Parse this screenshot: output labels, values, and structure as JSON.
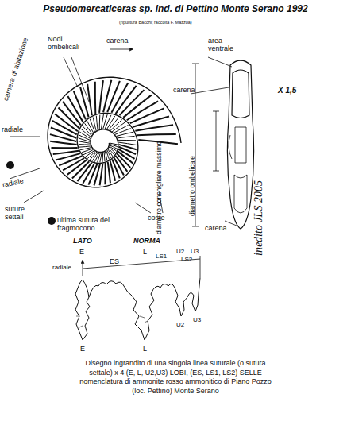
{
  "diagram": {
    "title": "Pseudomercaticeras sp. ind. di Pettino Monte Serano 1992",
    "caption": "Disegno ingrandito di una singola linea suturale (o sutura settale) x 4 (E, L, U2,U3) LOBI, (ES, LS1, LS2) SELLE nomenclatura di ammonite rosso ammonitico di Piano Pozzo (loc. Pettino) Monte Serano",
    "labels": [
      "(ripulitura Bacchi; raccolta F. Mazzoa)",
      "Nodi ombelicali",
      "carena",
      "area ventrale",
      "camera di abitazione",
      "carena",
      "X 1,5",
      "radiale",
      "radiale",
      "suture settali",
      "ultima sutura del fragmocono",
      "coste",
      "carena",
      "diametro conchigliare massimo",
      "diametro ombelicale",
      "inedito JLS 2005",
      "LATO",
      "NORMA",
      "E",
      "L",
      "U2",
      "U3",
      "radiale",
      "ES",
      "LS1",
      "LS2",
      "E",
      "L",
      "U2",
      "U3"
    ]
  }
}
